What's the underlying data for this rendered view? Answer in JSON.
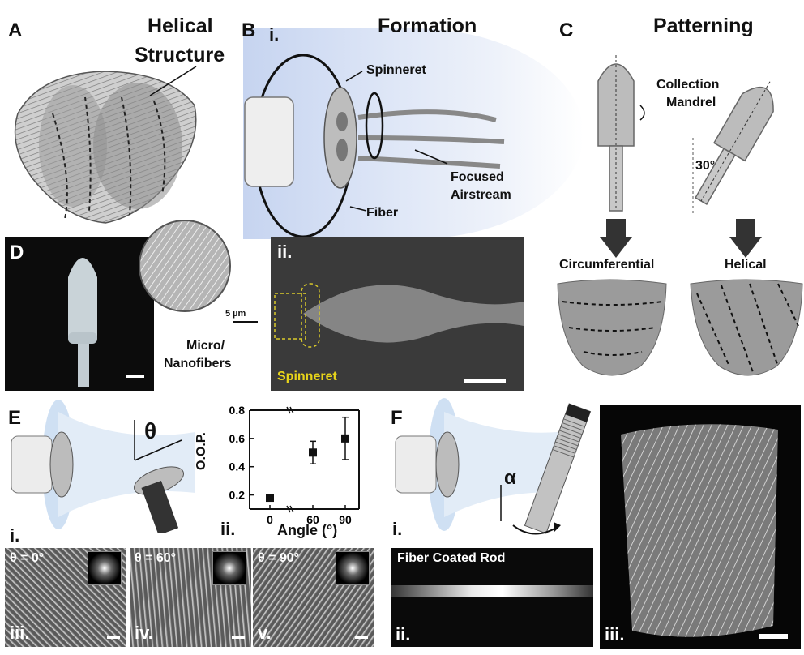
{
  "panel_A": {
    "letter": "A",
    "title_line1": "Helical",
    "title_line2": "Structure"
  },
  "panel_B": {
    "letter": "B",
    "sub_i": "i.",
    "title": "Formation",
    "labels": {
      "spinneret": "Spinneret",
      "focused": "Focused",
      "airstream": "Airstream",
      "fiber": "Fiber"
    }
  },
  "panel_C": {
    "letter": "C",
    "title": "Patterning",
    "labels": {
      "collection": "Collection",
      "mandrel": "Mandrel",
      "angle": "30°",
      "circumferential": "Circumferential",
      "helical": "Helical"
    }
  },
  "panel_D": {
    "letter": "D",
    "scale": "5 µm",
    "caption_line1": "Micro/",
    "caption_line2": "Nanofibers"
  },
  "panel_Bii": {
    "sub": "ii.",
    "label": "Spinneret"
  },
  "panel_E": {
    "letter": "E",
    "theta": "θ",
    "sub_i": "i.",
    "sub_ii": "ii.",
    "micrographs": [
      {
        "label": "θ = 0°",
        "sub": "iii."
      },
      {
        "label": "θ = 60°",
        "sub": "iv."
      },
      {
        "label": "θ = 90°",
        "sub": "v."
      }
    ]
  },
  "panel_F": {
    "letter": "F",
    "alpha": "α",
    "sub_i": "i.",
    "rod_title": "Fiber Coated Rod",
    "sub_ii": "ii.",
    "sub_iii": "iii."
  },
  "chart_data": {
    "type": "scatter",
    "x_categories": [
      "0",
      "60",
      "90"
    ],
    "y_values": [
      0.18,
      0.5,
      0.6
    ],
    "y_err": [
      0.02,
      0.08,
      0.15
    ],
    "ylabel": "O.O.P.",
    "xlabel": "Angle (°)",
    "ylim": [
      0.1,
      0.8
    ],
    "yticks": [
      "0.2",
      "0.4",
      "0.6",
      "0.8"
    ],
    "axis_break": true
  }
}
